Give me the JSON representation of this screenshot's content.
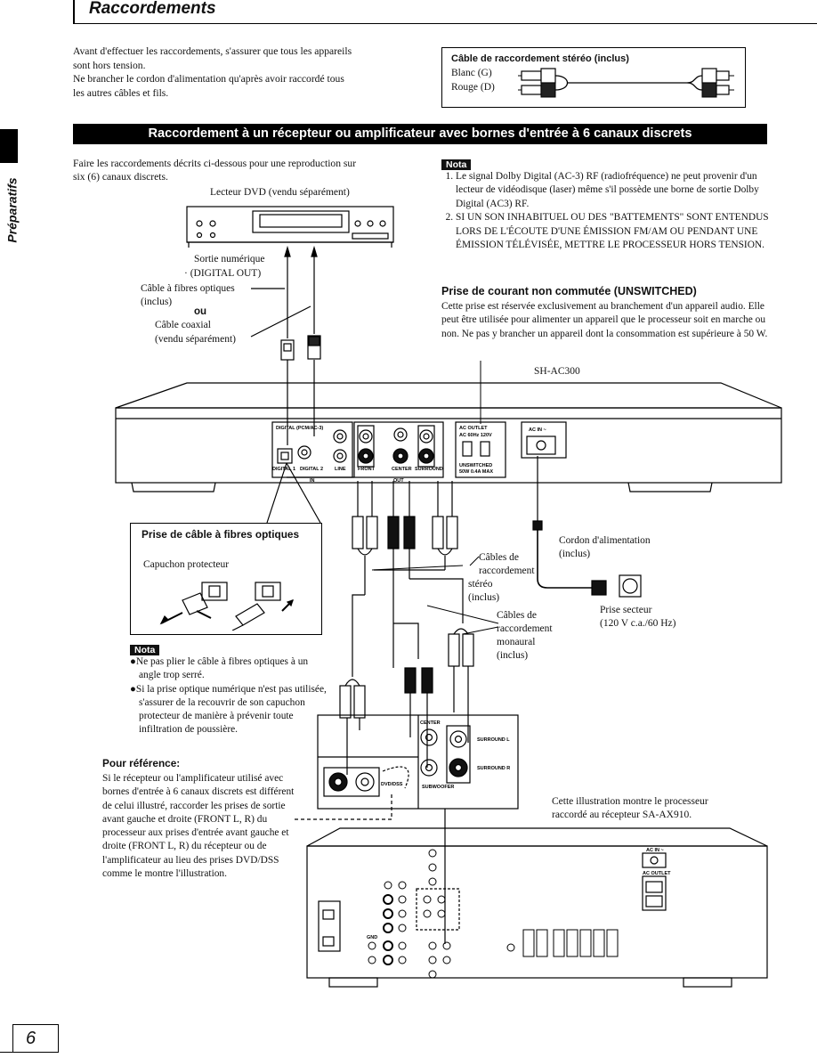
{
  "page": {
    "title": "Raccordements",
    "side_tab": "Préparatifs",
    "page_number": "6"
  },
  "intro": {
    "line1": "Avant d'effectuer les raccordements, s'assurer que tous les appareils",
    "line2": "sont hors tension.",
    "line3": "Ne brancher le cordon d'alimentation qu'après avoir raccordé tous",
    "line4": "les autres câbles et fils."
  },
  "stereo_cable_box": {
    "title": "Câble de raccordement stéréo (inclus)",
    "white": "Blanc   (G)",
    "red": "Rouge   (D)"
  },
  "banner": "Raccordement à un récepteur ou amplificateur avec bornes d'entrée à 6 canaux discrets",
  "section": {
    "para1": "Faire les raccordements décrits ci-dessous pour une reproduction sur",
    "para2": "six (6) canaux discrets."
  },
  "nota_label": "Nota",
  "nota_top": {
    "item1": "Le signal Dolby Digital (AC-3) RF (radiofréquence) ne peut provenir d'un lecteur de vidéodisque (laser) même s'il possède une borne de sortie Dolby Digital (AC3) RF.",
    "item2": "SI UN SON INHABITUEL OU DES \"BATTEMENTS\" SONT ENTENDUS LORS DE L'ÉCOUTE D'UNE ÉMISSION FM/AM OU PENDANT UNE ÉMISSION TÉLÉVISÉE, METTRE LE PROCESSEUR HORS TENSION."
  },
  "unswitched": {
    "title": "Prise de courant non commutée (UNSWITCHED)",
    "text": "Cette prise est réservée exclusivement au branchement d'un appareil audio. Elle peut être utilisée pour alimenter un appareil que le processeur soit en marche ou non. Ne pas y brancher un appareil dont la consommation est supérieure à 50 W."
  },
  "diagram": {
    "dvd_player": "Lecteur DVD (vendu séparément)",
    "digital_out1": "Sortie numérique",
    "digital_out2": "(DIGITAL OUT)",
    "optical_cable1": "Câble à fibres optiques",
    "optical_cable2": "(inclus)",
    "or": "ou",
    "coax1": "Câble coaxial",
    "coax2": "(vendu séparément)",
    "model": "SH-AC300",
    "stereo_cables": [
      "Câbles de",
      "raccordement",
      "stéréo",
      "(inclus)"
    ],
    "mono_cables": [
      "Câbles de",
      "raccordement",
      "monaural",
      "(inclus)"
    ],
    "power_cord": [
      "Cordon d'alimentation",
      "(inclus)"
    ],
    "outlet": [
      "Prise secteur",
      "(120 V c.a./60 Hz)"
    ],
    "caption": [
      "Cette illustration montre le processeur",
      "raccordé au récepteur SA-AX910."
    ],
    "panel_labels": {
      "digital": "DIGITAL (PCM/AC-3)",
      "d1": "DIGITAL 1",
      "d2": "DIGITAL 2",
      "in": "IN",
      "out": "OUT",
      "line": "LINE",
      "front": "FRONT",
      "center": "CENTER",
      "subwoofer": "SUBWOOFER",
      "surround": "SURROUND",
      "ac_outlet": "AC OUTLET",
      "ac_spec": "AC 60Hz 120V",
      "unswitched": "UNSWITCHED",
      "unswitched_spec": "50W 0.4A MAX",
      "ac_in": "AC IN ~",
      "surround_l": "SURROUND L",
      "surround_r": "SURROUND R",
      "dvd_dss": "DVD/DSS",
      "gnd": "GND"
    }
  },
  "optical_box": {
    "title": "Prise de câble à fibres optiques",
    "cap": "Capuchon protecteur"
  },
  "nota_bottom": {
    "item1": "●Ne pas plier le câble à fibres optiques à un angle trop serré.",
    "item2": "●Si la prise optique numérique n'est pas utilisée, s'assurer de la recouvrir de son capuchon protecteur de manière à prévenir toute infiltration de poussière."
  },
  "reference": {
    "title": "Pour référence:",
    "text": "Si le récepteur ou l'amplificateur utilisé avec bornes d'entrée à 6 canaux discrets est différent de celui illustré, raccorder les prises de sortie avant gauche et droite (FRONT L, R) du processeur aux prises d'entrée avant gauche et droite (FRONT L, R) du récepteur ou de l'amplificateur au lieu des prises DVD/DSS comme le montre l'illustration."
  }
}
